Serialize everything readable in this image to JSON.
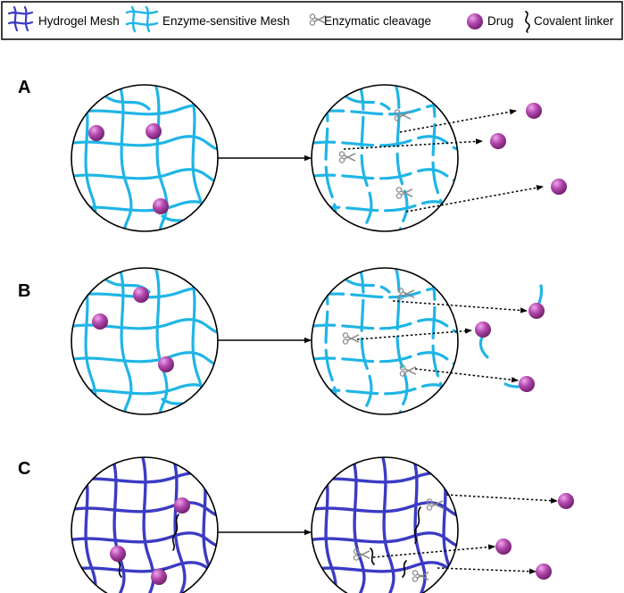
{
  "legend": {
    "hydrogel_mesh": "Hydrogel Mesh",
    "enzyme_mesh": "Enzyme-sensitive Mesh",
    "cleavage": "Enzymatic cleavage",
    "drug": "Drug",
    "linker": "Covalent linker"
  },
  "panels": {
    "a": "A",
    "b": "B",
    "c": "C"
  },
  "colors": {
    "enzyme_mesh": "#1fb5e6",
    "hydrogel_mesh": "#3b3bc4",
    "drug": "#a23c9b",
    "drug_highlight": "#e38ee0",
    "scissors": "#888888"
  },
  "icons": [
    "hydrogel-mesh-icon",
    "enzyme-mesh-icon",
    "scissors-icon",
    "drug-icon",
    "covalent-linker-icon"
  ]
}
